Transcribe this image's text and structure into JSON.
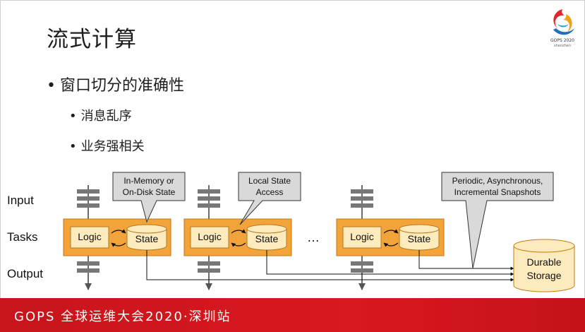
{
  "slide": {
    "title": "流式计算",
    "logo_text": "GOPS 2020",
    "logo_sub": "shenzhen",
    "bullets": {
      "level1": "窗口切分的准确性",
      "level2": [
        "消息乱序",
        "业务强相关"
      ]
    }
  },
  "diagram": {
    "rows": {
      "input": "Input",
      "tasks": "Tasks",
      "output": "Output"
    },
    "callouts": {
      "state_storage": [
        "In-Memory or",
        "On-Disk State"
      ],
      "local_access": [
        "Local State",
        "Access"
      ],
      "snapshots": [
        "Periodic, Asynchronous,",
        "Incremental Snapshots"
      ]
    },
    "task_logic_label": "Logic",
    "task_state_label": "State",
    "ellipsis": "…",
    "durable_storage": [
      "Durable",
      "Storage"
    ]
  },
  "colors": {
    "task_fill": "#f2a43a",
    "logic_fill": "#fdebbd",
    "callout_fill": "#d9d9d9",
    "footer": "#d0161c"
  },
  "footer": {
    "text": "GOPS 全球运维大会2020·深圳站"
  }
}
